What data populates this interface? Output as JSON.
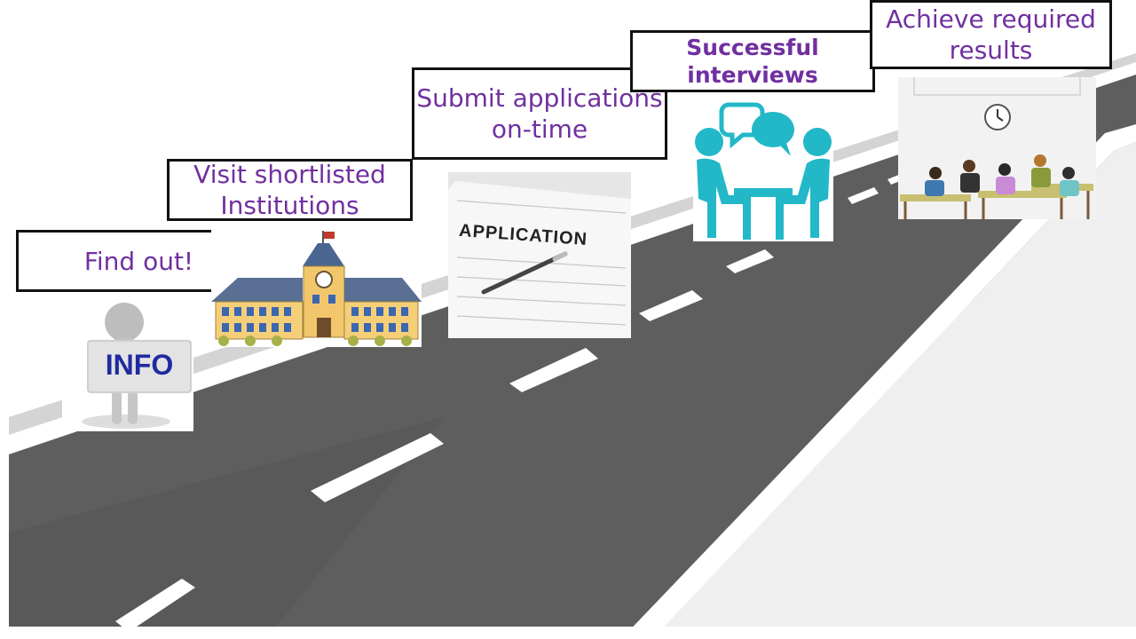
{
  "slide": {
    "colors": {
      "road": "#5e5e5e",
      "road_edge": "#ffffff",
      "step_text": "#7030a0",
      "step_border": "#111111",
      "accent_teal": "#22b8c8"
    },
    "steps": [
      {
        "id": "find-out",
        "label": "Find out!",
        "icon": "info-figure-icon"
      },
      {
        "id": "visit",
        "label": "Visit shortlisted Institutions",
        "icon": "school-building-icon"
      },
      {
        "id": "submit",
        "label": "Submit applications on-time",
        "icon": "application-form-icon"
      },
      {
        "id": "interviews",
        "label": "Successful interviews",
        "icon": "interview-icon"
      },
      {
        "id": "results",
        "label": "Achieve required results",
        "icon": "exam-hall-icon"
      }
    ],
    "info_sign": "INFO",
    "application_heading": "APPLICATION"
  }
}
